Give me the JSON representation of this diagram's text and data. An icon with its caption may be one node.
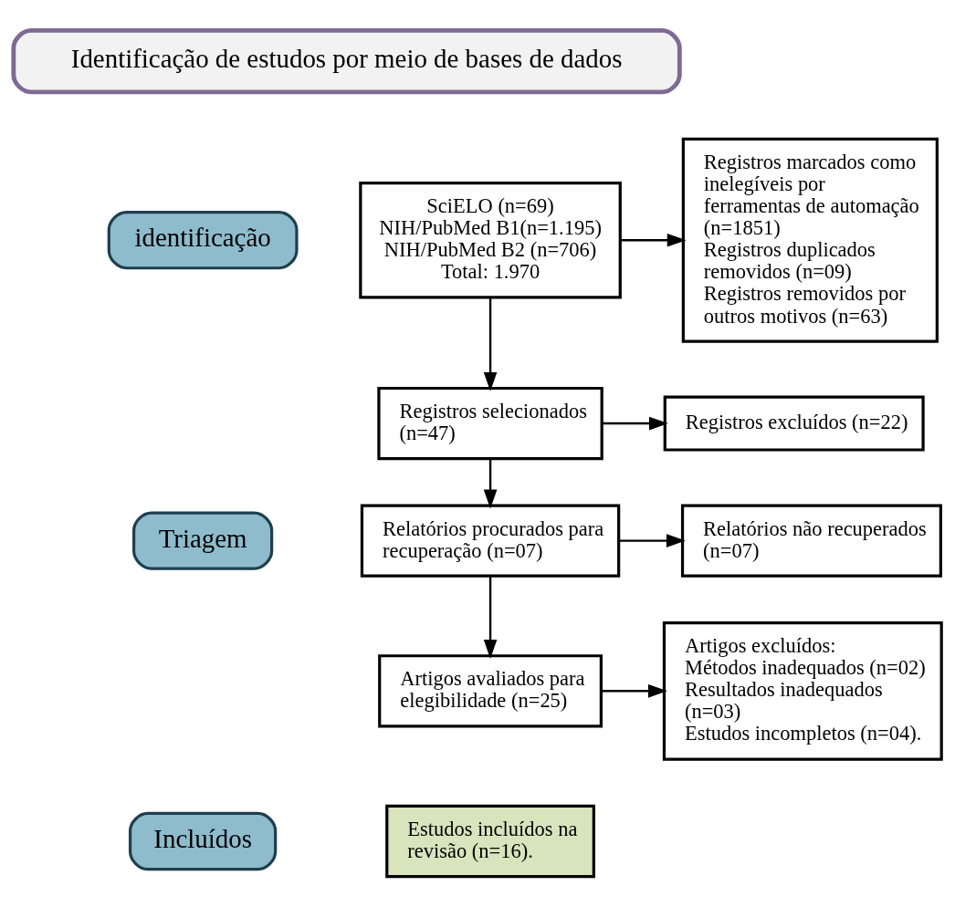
{
  "diagram": {
    "nodes": [
      {
        "text": [
          "Identificação de estudos por meio de bases de dados"
        ]
      },
      {
        "text": [
          "identificação"
        ]
      },
      {
        "text": [
          "Triagem"
        ]
      },
      {
        "text": [
          "Incluídos"
        ]
      },
      {
        "text": [
          "SciELO (n=69) NIH/PubMed B1(n=1.195) NIH/PubMed B2 (n=706) Total: 1.970"
        ]
      },
      {
        "text": [
          "Registros marcados como inelegíveis por ferramentas de automação (n=1851)",
          "Registros duplicados removidos (n=09)",
          "Registros removidos por outros motivos (n=63)"
        ]
      },
      {
        "text": [
          "Registros selecionados (n=47)"
        ]
      },
      {
        "text": [
          "Registros excluídos (n=22)"
        ]
      },
      {
        "text": [
          "Relatórios procurados para recuperação (n=07)"
        ]
      },
      {
        "text": [
          "Relatórios não recuperados (n=07)"
        ]
      },
      {
        "text": [
          "Artigos avaliados para elegibilidade (n=25)"
        ]
      },
      {
        "text": [
          "Artigos excluídos:",
          "Métodos inadequados (n=02)",
          "Resultados inadequados (n=03)",
          "Estudos incompletos (n=04)."
        ]
      },
      {
        "text": [
          "Estudos incluídos na revisão (n=16)."
        ]
      }
    ],
    "edges": [
      {
        "from": 4,
        "to": 5,
        "arrow": "to"
      },
      {
        "from": 4,
        "to": 6,
        "arrow": "to"
      },
      {
        "from": 6,
        "to": 7,
        "arrow": "to"
      },
      {
        "from": 6,
        "to": 8,
        "arrow": "to"
      },
      {
        "from": 8,
        "to": 9,
        "arrow": "to"
      },
      {
        "from": 8,
        "to": 10,
        "arrow": "to"
      },
      {
        "from": 10,
        "to": 11,
        "arrow": "to"
      }
    ]
  }
}
